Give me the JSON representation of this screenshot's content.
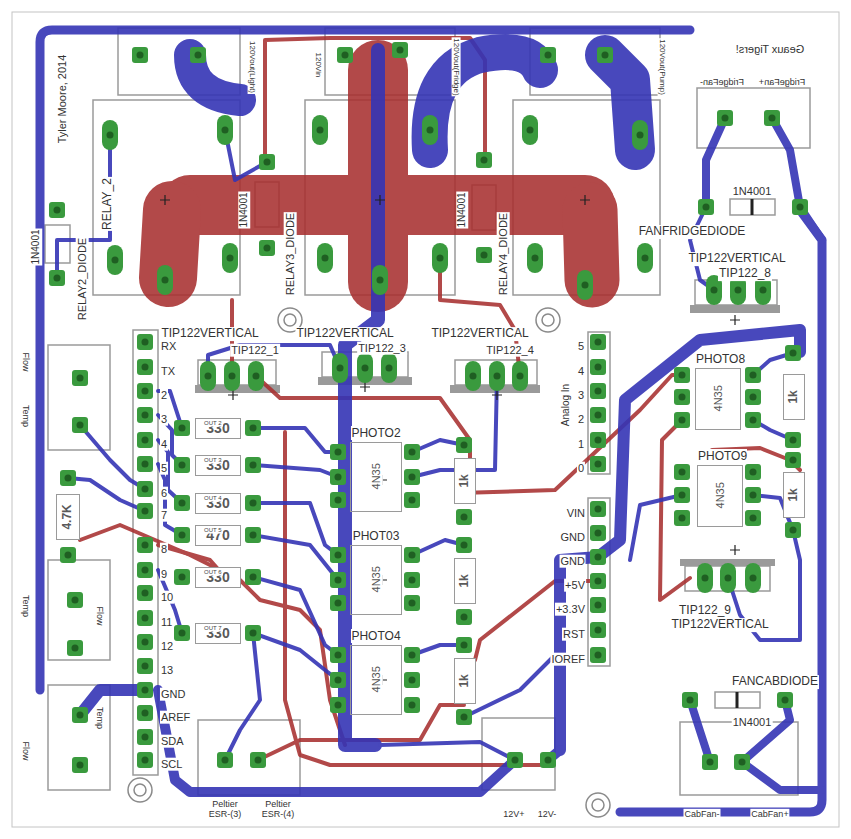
{
  "diagram": {
    "nodes": [
      {
        "text": [
          "330"
        ]
      },
      {
        "text": [
          "330"
        ]
      },
      {
        "text": [
          "330"
        ]
      },
      {
        "text": [
          "470"
        ]
      },
      {
        "text": [
          "330"
        ]
      },
      {
        "text": [
          "330"
        ]
      },
      {
        "text": [
          "PHOTO2",
          "4N35"
        ]
      },
      {
        "text": [
          "PHOT03",
          "4N35"
        ]
      },
      {
        "text": [
          "PHOTO4",
          "4N35"
        ]
      },
      {
        "text": [
          "1k"
        ]
      },
      {
        "text": [
          "1k"
        ]
      },
      {
        "text": [
          "1k"
        ]
      },
      {
        "text": [
          "PHOTO8",
          "4N35"
        ]
      },
      {
        "text": [
          "1k"
        ]
      },
      {
        "text": [
          "PHOTO9",
          "4N35"
        ]
      },
      {
        "text": [
          "1k"
        ]
      },
      {
        "text": [
          "4.7K"
        ]
      }
    ],
    "labels": [
      "Tyler Moore, 2014",
      "1N4001",
      "RELAY2_DIODE",
      "RELAY_2",
      "120Vout(Light)",
      "1N4001",
      "RELAY3_DIODE",
      "120Vin",
      "120Vout(Fridge)",
      "1N4001",
      "RELAY4_DIODE",
      "120Vout(Pump)",
      "Geaux Tigers!",
      "FridgeFan-",
      "FridgeFan+",
      "1N4001",
      "FANFRIDGEDIODE",
      "TIP122VERTICAL",
      "TIP122_8",
      "TIP122VERTICAL",
      "TIP122_1",
      "TIP122VERTICAL",
      "TIP122_3",
      "TIP122VERTICAL",
      "TIP122_4",
      "RX",
      "TX",
      "2",
      "3",
      "4",
      "5",
      "6",
      "7",
      "8",
      "9",
      "10",
      "11",
      "12",
      "13",
      "GND",
      "AREF",
      "SDA",
      "SCL",
      "5",
      "4",
      "3",
      "2",
      "1",
      "0",
      "Analog In",
      "VIN",
      "GND",
      "GND",
      "+5V",
      "+3.3V",
      "RST",
      "IOREF",
      "OUT 2",
      "OUT 3",
      "OUT 4",
      "OUT 5",
      "OUT 6",
      "OUT 7",
      "Flow",
      "Temp",
      "Temp",
      "Flow",
      "Temp",
      "Flow",
      "TIP122_9",
      "TIP122VERTICAL",
      "FANCABDIODE",
      "1N4001",
      "Peltier ESR-(3)",
      "Peltier ESR-(4)",
      "12V+",
      "12V-",
      "CabFan-",
      "CabFan+"
    ]
  }
}
